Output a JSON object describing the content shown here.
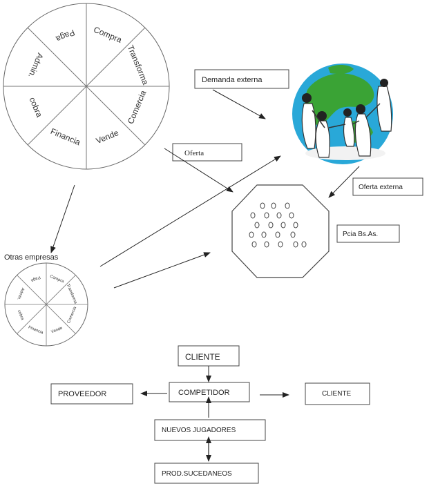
{
  "big_wheel": {
    "segments": [
      "Compra",
      "Transforma",
      "Comercia",
      "Vende",
      "Financia",
      "cobra",
      "Admin.",
      "Paga"
    ]
  },
  "small_wheel": {
    "segments": [
      "Compra",
      "Transforma",
      "Comercia",
      "Vende",
      "Financia",
      "cobra",
      "Admin.",
      "Paga"
    ]
  },
  "labels": {
    "demanda_externa": "Demanda externa",
    "oferta": "Oferta",
    "oferta_externa": "Oferta externa",
    "pcia": "Pcia Bs.As.",
    "otras_empresas": "Otras empresas"
  },
  "hierarchy": {
    "cliente_top": "CLIENTE",
    "competidor": "COMPETIDOR",
    "proveedor": "PROVEEDOR",
    "cliente_right": "CLIENTE",
    "nuevos_jugadores": "NUEVOS JUGADORES",
    "prod_sucedaneos": "PROD.SUCEDANEOS"
  },
  "globe_icon": "globe-with-people-icon",
  "colors": {
    "ocean": "#29a8d8",
    "land": "#3aa335",
    "line": "#555555"
  }
}
